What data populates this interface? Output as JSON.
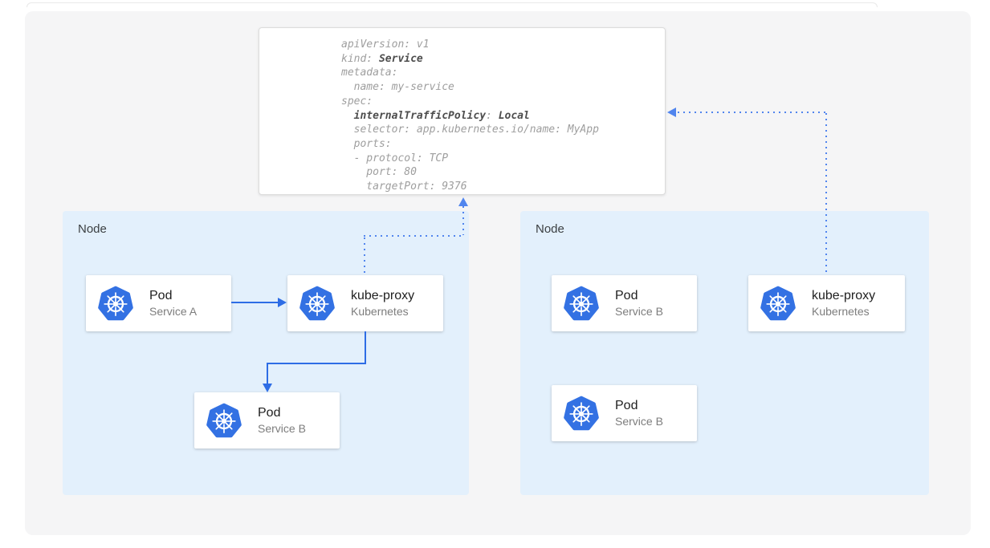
{
  "colors": {
    "canvas_bg": "#f5f5f6",
    "node_bg": "#e3f0fc",
    "k8s_blue": "#3371e3",
    "arrow_blue": "#2e6de5",
    "dotted_blue": "#5185ee"
  },
  "yaml_box": {
    "lines": [
      [
        {
          "t": "apiVersion: v1",
          "b": false
        }
      ],
      [
        {
          "t": "kind: ",
          "b": false
        },
        {
          "t": "Service",
          "b": true
        }
      ],
      [
        {
          "t": "metadata:",
          "b": false
        }
      ],
      [
        {
          "t": "  name: my-service",
          "b": false
        }
      ],
      [
        {
          "t": "spec:",
          "b": false
        }
      ],
      [
        {
          "t": "  ",
          "b": false
        },
        {
          "t": "internalTrafficPolicy",
          "b": true
        },
        {
          "t": ": ",
          "b": false
        },
        {
          "t": "Local",
          "b": true
        }
      ],
      [
        {
          "t": "  selector: app.kubernetes.io/name: MyApp",
          "b": false
        }
      ],
      [
        {
          "t": "  ports:",
          "b": false
        }
      ],
      [
        {
          "t": "  - protocol: TCP",
          "b": false
        }
      ],
      [
        {
          "t": "    port: 80",
          "b": false
        }
      ],
      [
        {
          "t": "    targetPort: 9376",
          "b": false
        }
      ]
    ]
  },
  "nodes": [
    {
      "label": "Node",
      "cards": [
        {
          "title": "Pod",
          "subtitle": "Service A"
        },
        {
          "title": "kube-proxy",
          "subtitle": "Kubernetes"
        },
        {
          "title": "Pod",
          "subtitle": "Service B"
        }
      ]
    },
    {
      "label": "Node",
      "cards": [
        {
          "title": "Pod",
          "subtitle": "Service B"
        },
        {
          "title": "kube-proxy",
          "subtitle": "Kubernetes"
        },
        {
          "title": "Pod",
          "subtitle": "Service B"
        }
      ]
    }
  ]
}
